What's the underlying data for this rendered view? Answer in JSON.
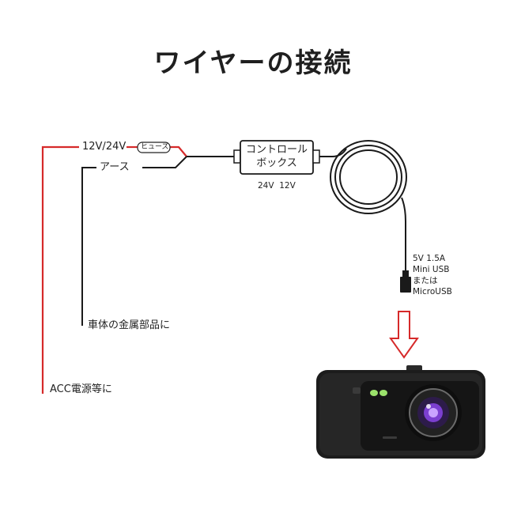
{
  "title": "ワイヤーの接続",
  "labels": {
    "voltage_input": "12V/24V",
    "ground": "アース",
    "fuse": "ヒューズ",
    "control_box_line1": "コントロール",
    "control_box_line2": "ボックス",
    "control_box_voltage": "24V  12V",
    "output_line1": "5V 1.5A",
    "output_line2": "Mini USB",
    "output_line3": "または",
    "output_line4": "MicroUSB",
    "ground_dest": "車体の金属部品に",
    "acc_dest": "ACC電源等に"
  },
  "colors": {
    "power_wire": "#d62a2a",
    "ground_wire": "#1a1a1a",
    "arrow": "#d62a2a",
    "camera_body": "#1c1c1c"
  },
  "icons": {
    "camera": "dash-camera-icon",
    "arrow": "down-arrow-icon",
    "fuse": "fuse-icon",
    "plug": "usb-plug-icon"
  }
}
